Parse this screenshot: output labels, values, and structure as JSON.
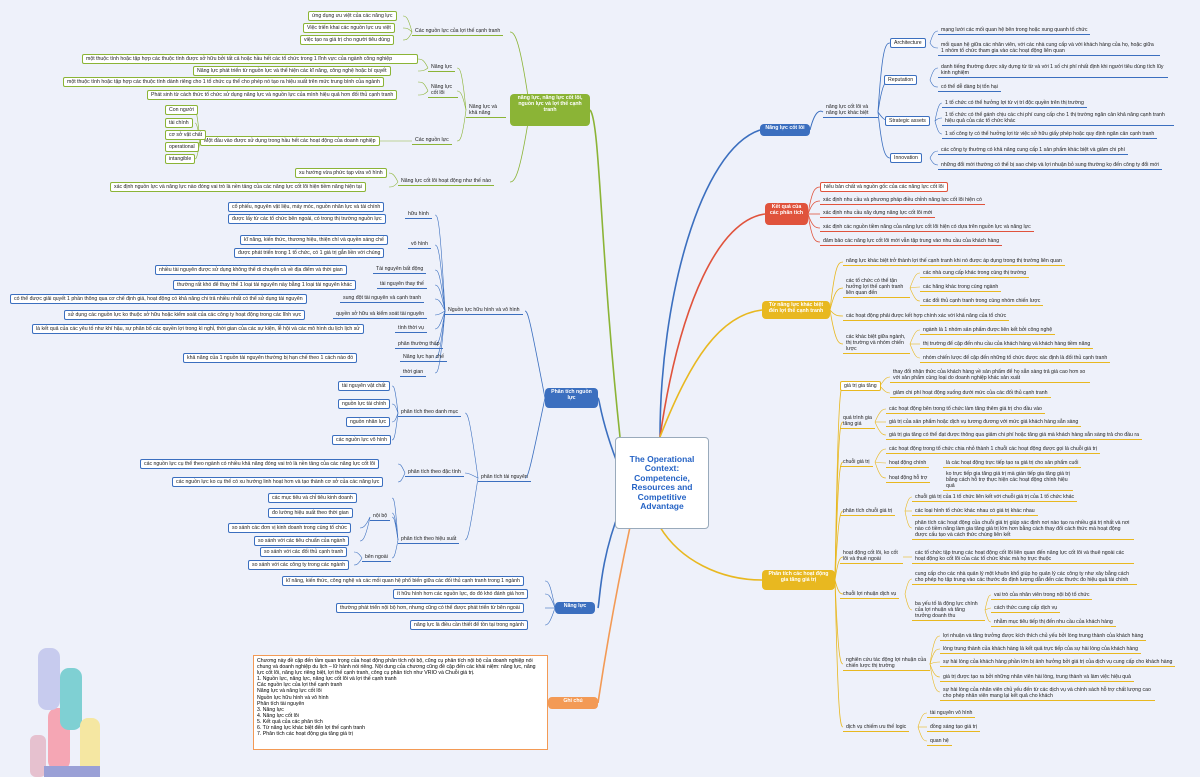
{
  "root": "The Operational Context: Competencie, Resources and Competitive Advantage",
  "branches": {
    "nang_luc_cot_loi": "Năng lực cốt lõi",
    "ket_qua": "Kết quả của các phân tích",
    "tu_nang_luc": "Từ năng lực khác biệt đến lợi thế cạnh tranh",
    "phan_tich_hoat_dong": "Phân tích các hoạt động gia tăng giá trị",
    "ghi_chu": "Ghi chú",
    "nang_luc": "Năng lực",
    "phan_tich_nguon_luc": "Phân tích nguồn lực",
    "nang_luc_nguon_luc": "năng lực, năng lực cốt lõi, nguồn lực và lợi thế cạnh tranh"
  },
  "right": {
    "core_parent": "năng lực cốt lõi và năng lực khác biệt",
    "architecture": "Architecture",
    "arch_1": "mạng lưới các mối quan hệ bên trong hoặc xung quanh tổ chức",
    "arch_2": "mối quan hệ giữa các nhân viên, với các nhà cung cấp và với khách hàng của họ, hoặc giữa 1 nhóm tổ chức tham gia vào các hoạt động liên quan",
    "reputation": "Reputation",
    "rep_1": "danh tiếng thường được xây dựng từ từ và với 1 số chi phí nhất định khi người tiêu dùng tích lũy kinh nghiệm",
    "rep_2": "có thể dễ dàng bị tổn hại",
    "strategic": "Strategic assets",
    "sa_1": "1 tổ chức có thể hưởng lợi từ vị trí độc quyền trên thị trường",
    "sa_2": "1 tổ chức có thể gánh chịu các chi phí cung cấp cho 1 thị trường ngăn cản khả năng cạnh tranh hiệu quả của các tổ chức khác",
    "sa_3": "1 số công ty có thể hưởng lợi từ việc sở hữu giấy phép hoặc quy định ngăn cản cạnh tranh",
    "innovation": "Innovation",
    "in_1": "các công ty thường có khả năng cung cấp 1 sản phẩm khác biệt và giảm chi phí",
    "in_2": "những đổi mới thường có thể bị sao chép và lợi nhuận bỏ sung thường kọ đến công ty đổi mới",
    "kq_1": "hiểu bản chất và nguồn gốc của các năng lực cốt lõi",
    "kq_2": "xác định nhu cầu và phương pháp điều chỉnh năng lực cốt lõi hiện có",
    "kq_3": "xác định nhu cầu xây dựng năng lực cốt lõi mới",
    "kq_4": "xác định các nguồn tiềm năng của năng lực cốt lõi hiện có dựa trên nguồn lực và năng lực",
    "kq_5": "đảm bảo các năng lực cốt lõi mới vẫn tập trung vào nhu cầu của khách hàng",
    "tn_1": "năng lực khác biệt trở thành lợi thế cạnh tranh khi nó được áp dụng trong thị trường liên quan",
    "tn_p1": "các tổ chức có thể tận hưởng lợi thế cạnh tranh liên quan đến",
    "tn_p1_1": "các nhà cung cấp khác trong cùng thị trường",
    "tn_p1_2": "các hãng khác trong cùng ngành",
    "tn_p1_3": "các đối thủ cạnh tranh trong cùng nhóm chiến lược",
    "tn_2": "các hoạt động phải được kết hợp chính xác với khả năng của tổ chức",
    "tn_p2": "các khác biệt giữa ngành, thị trường và nhóm chiến lược",
    "tn_p2_1": "ngành là 1 nhóm sản phẩm được liên kết bởi công nghệ",
    "tn_p2_2": "thị trường để cập đến nhu cầu của khách hàng và khách hàng tiềm năng",
    "tn_p2_3": "nhóm chiến lược để cập đến những tổ chức được xác định là đối thủ cạnh tranh",
    "gt": "giá trị gia tăng",
    "gt_1": "thay đổi nhận thức của khách hàng về sản phẩm để họ sẵn sàng trả giá cao hơn so với sản phẩm cùng loại do doanh nghiệp khác sản xuất",
    "gt_2": "giảm chi phí hoạt động xuống dưới mức của các đối thủ cạnh tranh",
    "qt": "quá trình gia tăng giá",
    "qt_1": "các hoạt động bên trong tổ chức làm tăng thêm giá trị cho đầu vào",
    "qt_2": "giá trị của sản phẩm hoặc dịch vụ tương đương với mức giá khách hàng sẵn sàng",
    "qt_3": "giá trị gia tăng có thể đạt được thông qua giảm chi phí hoặc tăng giá mà khách hàng sẵn sàng trả cho đầu ra",
    "cgt": "chuỗi giá trị",
    "cgt_1": "các hoạt động trong tổ chức chia nhỏ thành 1 chuỗi các hoạt động được gọi là chuỗi giá trị",
    "hdc": "hoạt động chính",
    "hdc_1": "là các hoạt động trực tiếp tạo ra giá trị cho sản phẩm cuối",
    "hdht": "hoạt động hỗ trợ",
    "hdht_1": "ko trực tiếp gia tăng giá trị mà gián tiếp gia tăng giá trị bằng cách hỗ trợ thực hiện các hoạt động chính hiệu quả",
    "ptcgt": "phân tích chuỗi giá trị",
    "ptcgt_1": "chuỗi giá trị của 1 tổ chức liên kết với chuỗi giá trị của 1 tổ chức khác",
    "ptcgt_2": "các loại hình tổ chức khác nhau có giá trị khác nhau",
    "ptcgt_3": "phân tích các hoạt động của chuỗi giá trị giúp xác định nơi nào tạo ra nhiều giá trị nhất và nơi nào có tiềm năng làm gia tăng giá trị lớn hơn bằng cách thay đổi cách thức mà hoạt động được cấu tạo và cách thức chúng liên kết",
    "hdcl": "hoạt động cốt lõi, ko cốt lõi và thuê ngoài",
    "hdcl_1": "các tổ chức tập trung các hoạt động cốt lõi liên quan đến năng lực cốt lõi và thuê ngoài các hoạt động ko cốt lõi của các tổ chức khác mà họ trực thuộc",
    "cndv": "chuỗi lợi nhuận dịch vụ",
    "cndv_1": "cung cấp cho các nhà quản lý một khuôn khổ giúp họ quản lý các công ty như xây bằng cách cho phép họ tập trung vào các thước đo định lượng dẫn đến các thước đo hiệu quả tài chính",
    "cndv_p": "ba yếu tố là động lực chính của lợi nhuận và tăng trưởng doanh thu",
    "cndv_p1": "vai trò của nhân viên trong nội bộ tổ chức",
    "cndv_p2": "cách thức cung cấp dịch vụ",
    "cndv_p3": "nhằm mục tiêu tiếp thị đến nhu cầu của khách hàng",
    "nc": "nghiên cứu tác động lợi nhuận của chiến lược thị trường",
    "nc_1": "lợi nhuận và tăng trưởng được kích thích chủ yếu bởi lòng trung thành của khách hàng",
    "nc_2": "lòng trung thành của khách hàng là kết quả trực tiếp của sự hài lòng của khách hàng",
    "nc_3": "sự hài lòng của khách hàng phần lớn bị ảnh hưởng bởi giá trị của dịch vụ cung cấp cho khách hàng",
    "nc_4": "giá trị được tạo ra bởi những nhân viên hài lòng, trung thành và làm việc hiệu quả",
    "nc_5": "sự hài lòng của nhân viên chủ yếu đến từ các dịch vụ và chính sách hỗ trợ chất lượng cao cho phép nhân viên mang lại kết quả cho khách",
    "dvc": "dịch vụ chiếm ưu thế logic",
    "dvc_1": "tài nguyên vô hình",
    "dvc_2": "đồng sáng tạo giá trị",
    "dvc_3": "quan hệ"
  },
  "left": {
    "cn": "Các nguồn lực của lợi thế cạnh tranh",
    "cn_1": "ứng dụng ưu việt của các năng lực",
    "cn_2": "Việc triển khai các nguồn lực ưu việt",
    "cn_3": "việc tạo ra giá trị cho người tiêu dùng",
    "nl": "Năng lực",
    "nl_1": "một thuộc tính hoặc tập hợp các thuộc tính được sở hữu bởi tất cả hoặc hầu hết các tổ chức trong 1 lĩnh vực của ngành công nghiệp",
    "nl_2": "Năng lực phát triển từ nguồn lực và thể hiện các kĩ năng, công nghệ hoặc bí quyết",
    "nlcl": "Năng lực cốt lõi",
    "nlcl_1": "một thuộc tính hoặc tập hợp các thuộc tính dành riêng cho 1 tổ chức cụ thể cho phép nó tạo ra hiệu suất trên mức trung bình của ngành",
    "nlcl_2": "Phát sinh từ cách thức tổ chức sử dụng năng lực và nguồn lực của mình hiệu quả hơn đối thủ cạnh tranh",
    "nlvnl": "Năng lực và khả năng",
    "cnl": "Các nguồn lực",
    "cnl_1": "Một đầu vào được sử dụng trong hầu hết các hoạt động của doanh nghiệp",
    "cnl_types": [
      "Con người",
      "tài chính",
      "cơ sở vật chất",
      "operational",
      "intangible"
    ],
    "nlhd": "Năng lực cốt lõi hoạt động như thế nào",
    "nlhd_1": "xu hướng vừa phức tạp vừa vô hình",
    "nlhd_2": "xác định nguồn lực và năng lực nào đóng vai trò là nền tảng của các năng lực cốt lõi hiện tiềm năng hiện tại",
    "nlhh": "Nguồn lực hữu hình và vô hình",
    "hh": "hữu hình",
    "hh_1": "cổ phiếu, nguyên vật liệu, máy móc, nguồn nhân lực và tài chính",
    "hh_2": "được lấy từ các tổ chức bên ngoài, có trong thị trường nguồn lực",
    "vh": "vô hình",
    "vh_1": "kĩ năng, kiến thức, thương hiệu, thiện chí và quyền sáng chế",
    "vh_2": "được phát triển trong 1 tổ chức, có 1 giá trị gắn liền với chúng",
    "tnbd": "Tài nguyên bất động",
    "tnbd_1": "nhiều tài nguyên được sử dụng không thể di chuyển cả về địa điểm và thời gian",
    "tntt": "tài nguyên thay thế",
    "tntt_1": "thường rất khó để thay thế 1 loại tài nguyên này bằng 1 loại tài nguyên khác",
    "sdtn": "sung đột tài nguyên và cạnh tranh",
    "sdtn_1": "có thể được giải quyết 1 phần thông qua cơ chế định giá, hoạt động có khả năng chi trả nhiều nhất có thể sử dụng tài nguyên",
    "qshk": "quyền sở hữu và kiểm soát tài nguyên",
    "qshk_1": "sử dụng các nguồn lực ko thuộc sở hữu hoặc kiểm soát của các công ty hoạt động trong các lĩnh vực",
    "ttvu": "tính thời vụ",
    "ttvu_1": "là kết quả của các yêu tố như khí hậu, sự phân bố các quyền lợi trong kì nghỉ, thời gian của các sự kiện, lễ hội và các mô hình du lịch lịch sử",
    "ptt": "phân thường thấp",
    "nlhc": "Năng lực hạn chế",
    "nlhc_1": "khả năng của 1 nguồn tài nguyên thường bị hạn chế theo 1 cách nào đó",
    "tgian": "thời gian",
    "pttn": "phân tích tài nguyên",
    "ptdm": "phân tích theo danh mục",
    "ptdm_items": [
      "tài nguyên vật chất",
      "nguồn lực tài chính",
      "nguồn nhân lực",
      "các nguồn lực vô hình"
    ],
    "ptdt": "phân tích theo đặc tính",
    "ptdt_1": "các nguồn lực cụ thể theo ngành có nhiều khả năng đóng vai trò là nền tảng của các năng lực cốt lõi",
    "ptdt_2": "các nguồn lực ko cụ thể có xu hướng linh hoạt hơn và tạo thành cơ sở của các năng lực",
    "pthq": "phân tích theo hiệu suất",
    "pthq_1": "các mục tiêu và chỉ tiêu kinh doanh",
    "pthq_2": "đo lường hiệu suất theo thời gian",
    "noibo": "nội bộ",
    "noibo_1": "so sánh các đơn vị kinh doanh trong cùng tổ chức",
    "noibo_2": "so sánh với các tiêu chuẩn của ngành",
    "bn": "bên ngoài",
    "bn_1": "so sánh với các đối thủ cạnh tranh",
    "bn_2": "so sánh với các công ty trong các ngành",
    "nl_b_1": "kĩ năng, kiến thức, công nghệ và các mối quan hệ phổ biến giữa các đối thủ cạnh tranh trong 1 ngành",
    "nl_b_2": "ít hữu hình hơn các nguồn lực, do đó khó đánh giá hơn",
    "nl_b_3": "thường phát triển nội bộ hơn, nhưng cũng có thể được phát triển từ bên ngoài",
    "nl_b_4": "năng lực là điều cần thiết để tồn tại trong ngành"
  },
  "note": "Chương này đề cập đến tầm quan trọng của hoạt động phân tích nội bộ, cũng cụ phân tích nội bộ của doanh nghiệp nói chung và doanh nghiệp du lịch – lữ hành nói riêng. Nội dung của chương cũng đề cập đến các khái niệm: năng lực, năng lực cốt lõi, năng lực riêng biệt, lợi thế cạnh tranh, công cụ phân tích như VRIO và Chuỗi giá trị.\n1. Nguồn lực, năng lực, năng lực cốt lõi và lợi thế cạnh tranh\nCác nguồn lực của lợi thế cạnh tranh\nNăng lực và năng lực cốt lõi\nNguồn lực hữu hình và vô hình\nPhân tích tài nguyên\n3. Năng lực\n4. Năng lực cốt lõi\n5. Kết quả của các phân tích\n6. Từ năng lực khác biệt đến lợi thế cạnh tranh\n7. Phân tích các hoạt động gia tăng giá trị",
  "colors": {
    "green": "#8bb436",
    "blue": "#3b6fbf",
    "red": "#e0533c",
    "yellow": "#e8b820",
    "orange": "#f39a55"
  }
}
